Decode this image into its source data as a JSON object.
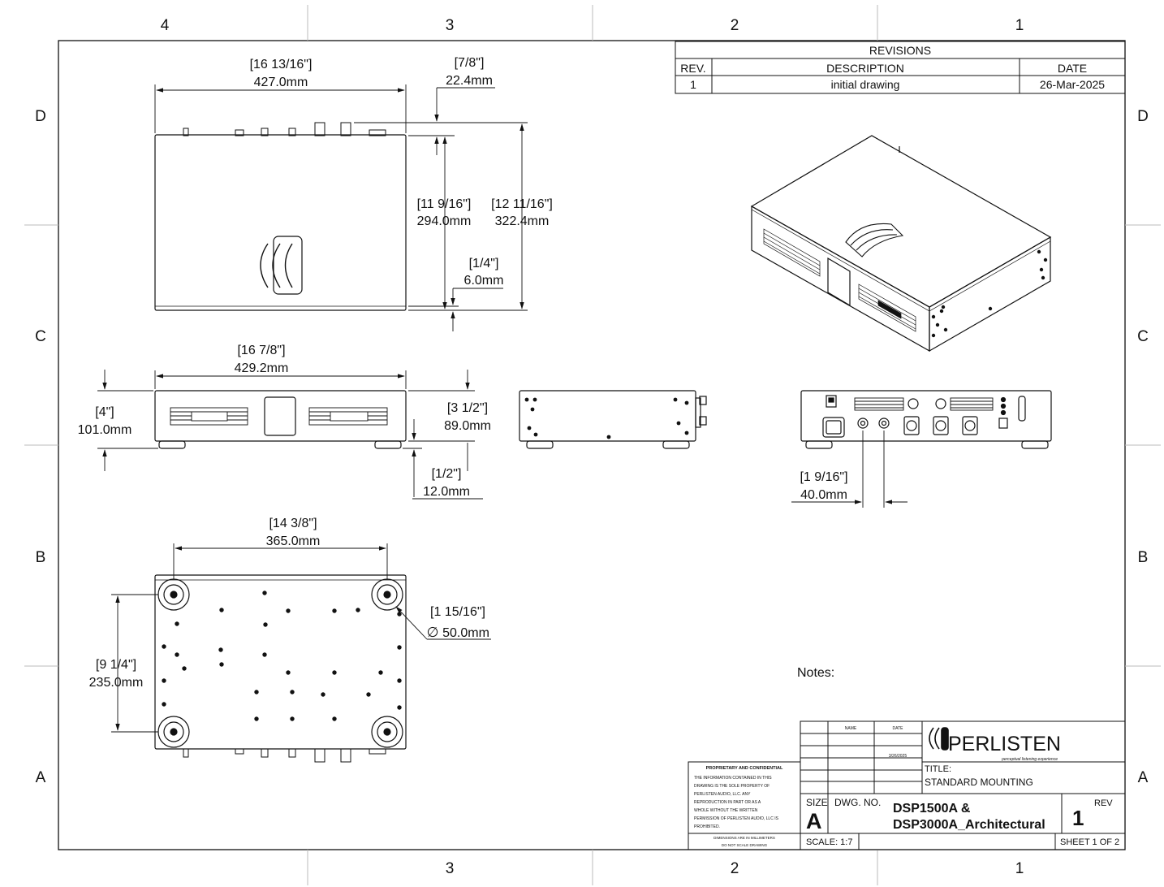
{
  "zones": {
    "top_cols": [
      "4",
      "3",
      "2",
      "1"
    ],
    "bottom_cols": [
      "3",
      "2",
      "1"
    ],
    "left_rows": [
      "D",
      "C",
      "B",
      "A"
    ],
    "right_rows": [
      "D",
      "C",
      "B",
      "A"
    ]
  },
  "revisions": {
    "title": "REVISIONS",
    "headers": {
      "rev": "REV.",
      "description": "DESCRIPTION",
      "date": "DATE"
    },
    "rows": [
      {
        "rev": "1",
        "description": "initial drawing",
        "date": "26-Mar-2025"
      }
    ]
  },
  "dimensions": {
    "top_width": {
      "inch": "[16 13/16\"]",
      "mm": "427.0mm"
    },
    "top_offset": {
      "inch": "[7/8\"]",
      "mm": "22.4mm"
    },
    "top_depth": {
      "inch": "[11 9/16\"]",
      "mm": "294.0mm"
    },
    "top_depth_total": {
      "inch": "[12 11/16\"]",
      "mm": "322.4mm"
    },
    "top_foot": {
      "inch": "[1/4\"]",
      "mm": "6.0mm"
    },
    "front_width": {
      "inch": "[16 7/8\"]",
      "mm": "429.2mm"
    },
    "front_height": {
      "inch": "[4\"]",
      "mm": "101.0mm"
    },
    "front_body": {
      "inch": "[3 1/2\"]",
      "mm": "89.0mm"
    },
    "front_foot": {
      "inch": "[1/2\"]",
      "mm": "12.0mm"
    },
    "rear_spacing": {
      "inch": "[1 9/16\"]",
      "mm": "40.0mm"
    },
    "bottom_width": {
      "inch": "[14 3/8\"]",
      "mm": "365.0mm"
    },
    "bottom_depth": {
      "inch": "[9 1/4\"]",
      "mm": "235.0mm"
    },
    "foot_diameter": {
      "inch": "[1 15/16\"]",
      "mm": "50.0mm",
      "symbol": "∅"
    }
  },
  "notes_label": "Notes:",
  "title_block": {
    "name_label": "NAME",
    "date_label": "DATE",
    "date_value": "3/26/2025",
    "brand": "PERLISTEN",
    "tagline": "perceptual listening experience",
    "title_label": "TITLE:",
    "title_value": "STANDARD MOUNTING",
    "size_label": "SIZE",
    "size_value": "A",
    "dwg_label": "DWG.  NO.",
    "dwg_line1": "DSP1500A &",
    "dwg_line2": "DSP3000A_Architectural",
    "rev_label": "REV",
    "rev_value": "1",
    "scale": "SCALE: 1:7",
    "sheet": "SHEET 1 OF 2",
    "proprietary_title": "PROPRIETARY AND CONFIDENTIAL",
    "proprietary_lines": [
      "THE INFORMATION CONTAINED IN THIS",
      "DRAWING IS THE SOLE PROPERTY OF",
      "PERLISTEN AUDIO, LLC.  ANY",
      "REPRODUCTION IN PART OR AS A",
      "WHOLE WITHOUT THE WRITTEN",
      "PERMISSION OF PERLISTEN AUDIO, LLC IS",
      "PROHIBITED."
    ],
    "dim_note_1": "DIMENSIONS ARE IN MILLIMETERS",
    "dim_note_2": "DO NOT SCALE DRAWING"
  }
}
